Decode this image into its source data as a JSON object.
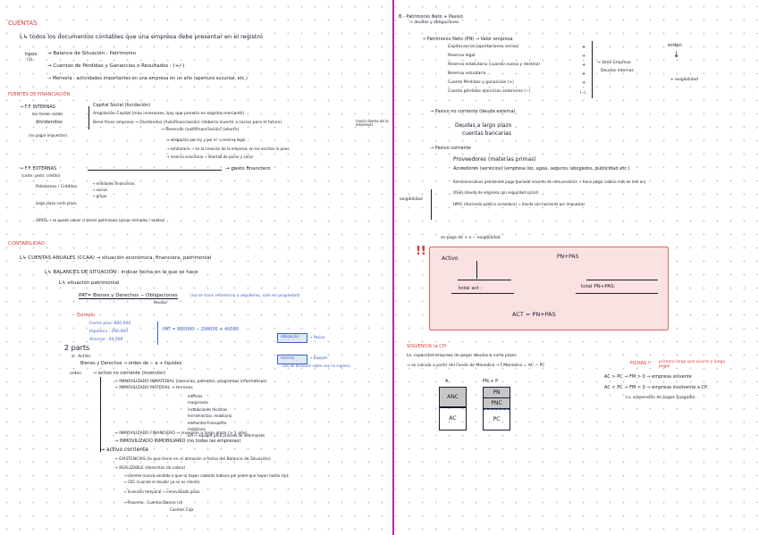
{
  "left": {
    "title": "CUENTAS",
    "intro": "L↳ todos los documentos contables que una empresa debe presentar en el registro",
    "tipos_label": "tipos",
    "tipos_sub": "(3)",
    "tipos": [
      "→ Balance de Situación : Patrimonio",
      "→ Cuentas de Pérdidas y Ganancias o Resultados : (+/-)",
      "→ Memoria : actividades importantes en una empresa en un año (apertura sucursal, etc.)"
    ],
    "fuentes_title": "FUENTES DE FINANCIACIÓN",
    "ff_internas": "→ F.F. INTERNAS",
    "ff_internas_note": "(no tienen coste)",
    "ff_dividendos": "dividendos",
    "ff_no_pagar": "(no pagar impuestos)",
    "ff_internas_items": [
      "Capital Social (fundación)",
      "Ampliación Capital (más inversores, hay que ponerlo en registro mercantil)",
      "Bene ficios empresa → Dividendos (Autofinanciación) (debería invertir a socios para el futuro)",
      "→ Reservas (autofinanciación) (ahorro)"
    ],
    "ff_dueno": "(socio dueno de la empresa)",
    "ff_reservas_sub": [
      "→ obligación por ley y por el → reserva legal",
      "→ estatutaria → en la creación de la empresa, en los escritos lo pone",
      "→ reserva voluntaria → libertad de poner y sacar"
    ],
    "ff_externas": "→ F.F. EXTERNAS",
    "ff_externas_note": "(coste: pedir, crédito)",
    "ff_gasto": "→ gasto financiero",
    "ff_prestamos": "Préstamos / Créditos",
    "ff_entidades": "→ entidades financieras",
    "ff_socios": "→ socios",
    "ff_grupo": "→ grupo",
    "ff_plazos": "largo plazo   corto plazo",
    "ff_giros": "GIROS → se puede volver si tienes patrimonio (pocas entradas / salidas)",
    "contab_title": "CONTABILIDAD",
    "cuentas_anuales": "L↳ CUENTAS ANUALES (CCAA) → situación económica, financiera, patrimonial",
    "balances": "L↳ BALANCES DE SITUACIÓN : indicar fecha en la que se hace",
    "sit_patrimonial": "L↳ situación patrimonial",
    "pat_eq": "PAT= Bienes y Derechos − Obligaciones",
    "pat_deudas": "deudas",
    "pat_note": "(no se hace referencia a alquileres, solo en propiedad)",
    "ejemplo_label": "Ejemplo",
    "ejemplo_vals": [
      "Coche piso: 800.000",
      "Hipoteca : 290.000",
      "Ahorros : 40.000"
    ],
    "pat_result": "PAT = 800000 − 290000 + 40000",
    "obligacion_box": "obligación",
    "pasivo_right": "→ Pasivo",
    "reserva_box": "reserva",
    "reserva_right": "→ Equipos",
    "reserva_notes": "(las de duración sobre uso no supere)",
    "dos_partes": "2 parts",
    "a_activo": "a.- Activo",
    "bienes_derechos": "Bienes y Derechos → orden de − a + liquidez",
    "orden": "orden",
    "activo_no_corriente": "→ activo no corriente (inversión)",
    "anc_items": [
      "→ INMOVILIZADO INMATERIAL (licencias, patentes, programas informáticos)",
      "→ INMOVILIZADO MATERIAL → terrenos"
    ],
    "material_list": [
      "edificios",
      "maquinaria",
      "instalaciones técnicas",
      "herramientas, mobiliario",
      "elementos transporte",
      "mobiliario",
      "EPI → equipos para proceso de información"
    ],
    "anc_more": [
      "→ INMOVILIZADO FINANCIERO → inversión a largo plazo (> 1 año)",
      "→ INMOVILIZADO INMOBILIARIO (no todas las empresas)"
    ],
    "activo_corriente": "→ activo corriente",
    "ac_items": [
      "→ EXISTENCIAS (lo que tiene en el almacén a fecha del Balance de Situación)",
      "→ REALIZABLE (derechos de cobro)",
      "→ clientes (nunca vendido o que no hayan cobrado todavía por poder que hayan hecho c/p)",
      "→ CDC (cuando el deudor ya no es cliente)",
      "→ Inversión temporal → inmovilizado plazo",
      "→ Tesorería : Cuentas Bancos (c/)",
      "Cuentas Caja"
    ]
  },
  "right": {
    "b_header": "B.- Patrimonio Neto + Pasivo",
    "b_sub": "→ deudas y obligaciones",
    "pn_title": "→ Patrimonio Neto (PN) → Valor empresa",
    "pn_items": [
      "Capital social (aportaciones socios)",
      "Reserva legal",
      "Reserva estatutaria (cuando nueva y destino)",
      "Reserva voluntaria",
      "Cuenta Pérdidas y ganancias (+)",
      "Cuenta pérdidas ejercicios anteriores (−)"
    ],
    "pn_signs": [
      "+",
      "+",
      "+",
      "+",
      "+",
      "(−)"
    ],
    "pn_valor": "→ Valor Empresa",
    "pn_deudas": "Deudas internas",
    "orden": "orden",
    "exigibilidad_plus": "+ exigibilidad",
    "pnc_title": "→ Pasivo no corriente (deuda externa)",
    "pnc_items": [
      "Deudas a largo plazo",
      "cuentas bancarias"
    ],
    "pc_title": "→ Pasivo corriente",
    "pc_items": [
      "Proveedores (materias primas)",
      "Acreedores (servicios) (empresa luz, agua, seguros, abogados, publicidad etc.)",
      "Remuneraciones pendientes pago (periodo máximo de remuneración + tiene pagar salario más de tres en)",
      "OSSA (deuda de empresa con seguridad social)",
      "HPAC (Hacienda pública acreedora) → deuda con hacienda por impuestos"
    ],
    "exig_label": "exigibilidad",
    "pago_note": "se paga de + a − exigibilidad",
    "box_activo": "Activo",
    "box_pn_pas": "PN+PAS",
    "box_total_act": "total act :",
    "box_total_pn": "total PN+PAS:",
    "box_eq": "ACT = PN+PAS",
    "solvencia_title": "SOLVENCIA (a CP)",
    "solvencia_lines": [
      "L↳ capacidad empresa de pagar deudas a corto plazo",
      "→ se calcula a partir del Fondo de Maniobra → F.Maniobra = AC − PC"
    ],
    "fichas": "FICHAS !!",
    "primero": "primero largo que ocurre y luego pagar",
    "cases": [
      "AC > PC → FM > 0 → empresa solvente",
      "AC < PC → FM < 0 → empresa insolvente a CP.",
      "L↳ suspensión de pagos (juzgado)"
    ],
    "bal_a": "A",
    "bal_pnp": "PN + P",
    "bal_anc": "ANC",
    "bal_ac": "AC",
    "bal_pn": "PN",
    "bal_pnc": "PNC",
    "bal_pc": "PC"
  }
}
